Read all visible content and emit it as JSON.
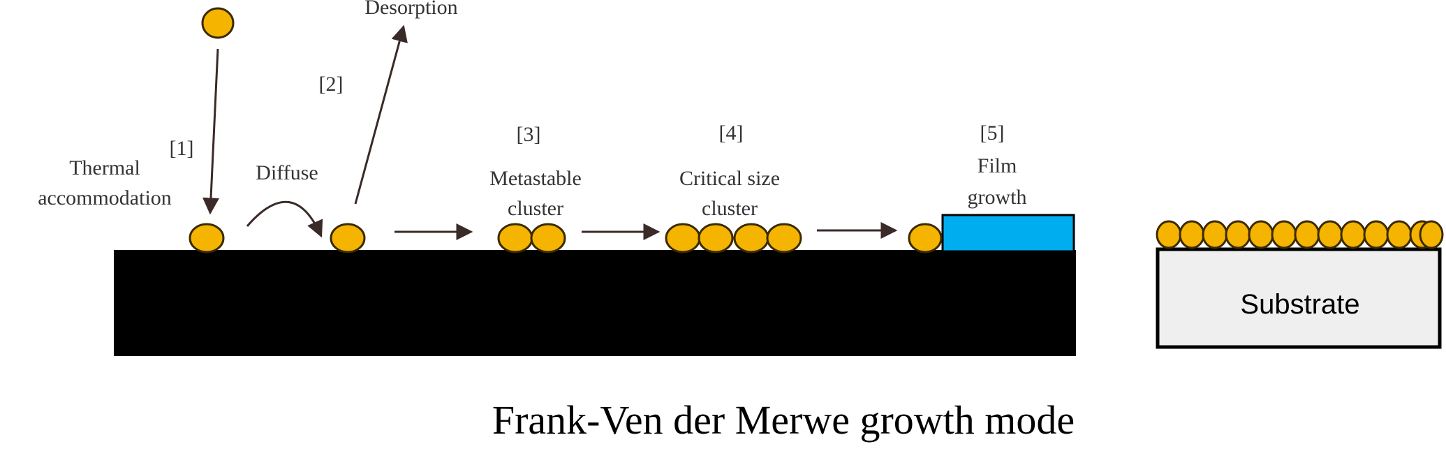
{
  "steps": [
    {
      "number": "[1]",
      "label_lines": [
        "Thermal",
        "accommodation"
      ]
    },
    {
      "number": "[2]",
      "label_lines": [
        "Desorption"
      ]
    },
    {
      "number": "[3]",
      "label_lines": [
        "Metastable",
        "cluster"
      ]
    },
    {
      "number": "[4]",
      "label_lines": [
        "Critical size",
        "cluster"
      ]
    },
    {
      "number": "[5]",
      "label_lines": [
        "Film",
        "growth"
      ]
    }
  ],
  "diffuse_label": "Diffuse",
  "substrate_label": "Substrate",
  "caption": "Frank-Ven der Merwe growth mode",
  "colors": {
    "atom_fill": "#F5B400",
    "atom_stroke": "#3a2a00",
    "film": "#00AEEF",
    "substrate_left": "#000000",
    "substrate_right": "#EFEFEF",
    "arrow": "#3a2a28"
  }
}
